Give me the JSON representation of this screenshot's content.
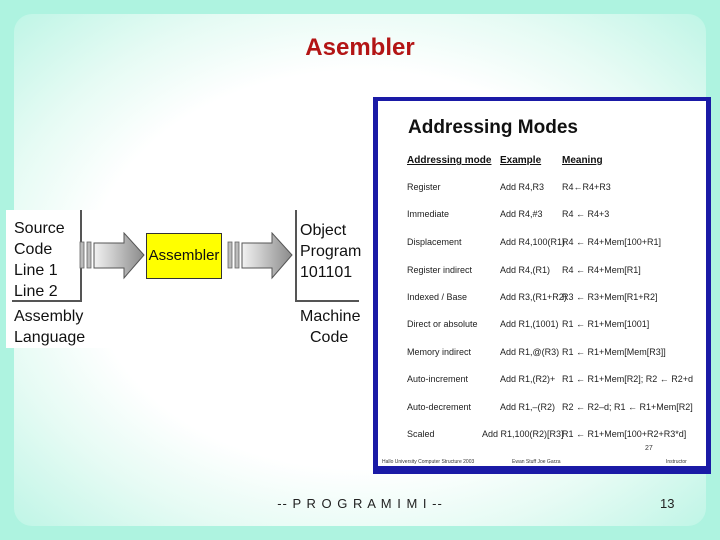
{
  "slide": {
    "title": "Asembler",
    "footer": "-- P R O G R A M I M I --",
    "number": "13"
  },
  "diagram": {
    "source_lines": [
      "Source",
      "Code",
      "Line 1",
      "Line 2"
    ],
    "source_caption": [
      "Assembly",
      "Language"
    ],
    "assembler_label": "Assembler",
    "object_lines": [
      "Object",
      "Program",
      "101101"
    ],
    "object_caption": [
      "Machine",
      "Code"
    ]
  },
  "addressing": {
    "title": "Addressing Modes",
    "headers": [
      "Addressing mode",
      "Example",
      "Meaning"
    ],
    "rows": [
      [
        "Register",
        "Add R4,R3",
        "R4←R4+R3"
      ],
      [
        "Immediate",
        "Add R4,#3",
        "R4 ← R4+3"
      ],
      [
        "Displacement",
        "Add R4,100(R1)",
        "R4 ← R4+Mem[100+R1]"
      ],
      [
        "Register indirect",
        "Add R4,(R1)",
        "R4 ← R4+Mem[R1]"
      ],
      [
        "Indexed / Base",
        "Add R3,(R1+R2)",
        "R3 ← R3+Mem[R1+R2]"
      ],
      [
        "Direct or absolute",
        "Add R1,(1001)",
        "R1 ← R1+Mem[1001]"
      ],
      [
        "Memory indirect",
        "Add R1,@(R3)",
        "R1 ← R1+Mem[Mem[R3]]"
      ],
      [
        "Auto-increment",
        "Add R1,(R2)+",
        "R1 ← R1+Mem[R2]; R2 ← R2+d"
      ],
      [
        "Auto-decrement",
        "Add R1,–(R2)",
        "R2 ← R2–d; R1 ← R1+Mem[R2]"
      ],
      [
        "Scaled",
        "Add R1,100(R2)[R3]",
        "R1 ← R1+Mem[100+R2+R3*d]"
      ]
    ],
    "page_number": "27",
    "footer_left": "Hallo University Computer Structure 2003",
    "footer_mid": "Ewan Stuff Joe Garza",
    "footer_right": "Instructor"
  }
}
